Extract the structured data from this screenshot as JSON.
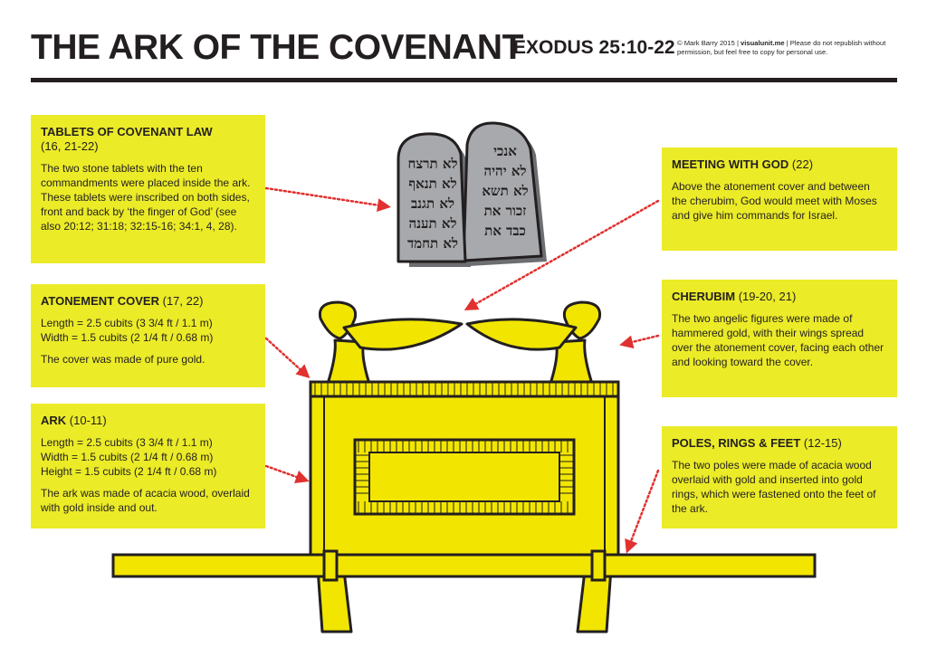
{
  "header": {
    "title": "THE ARK OF THE COVENANT",
    "reference": "EXODUS 25:10-22",
    "credit_prefix": "© Mark Barry 2015",
    "credit_site": "visualunit.me",
    "credit_note": "Please do not republish without permission, but feel free to copy for personal use."
  },
  "boxes": {
    "tablets": {
      "heading": "TABLETS OF COVENANT LAW",
      "ref": "(16, 21-22)",
      "body": "The two stone tablets with the ten commandments were placed inside the ark. These tablets were inscribed on both sides, front and back by ‘the finger of God’ (see also 20:12; 31:18; 32:15-16; 34:1, 4, 28)."
    },
    "atonement": {
      "heading": "ATONEMENT COVER",
      "ref": "(17, 22)",
      "length": "Length = 2.5 cubits  (3 3/4 ft / 1.1 m)",
      "width": "Width = 1.5 cubits (2 1/4 ft / 0.68 m)",
      "body": "The cover was made of pure gold."
    },
    "ark": {
      "heading": "ARK",
      "ref": "(10-11)",
      "length": "Length = 2.5 cubits  (3 3/4 ft / 1.1 m)",
      "width": "Width = 1.5 cubits (2 1/4 ft / 0.68 m)",
      "height": "Height = 1.5 cubits (2 1/4 ft / 0.68 m)",
      "body": "The ark was made of acacia wood, overlaid with gold inside and out."
    },
    "meeting": {
      "heading": "MEETING WITH GOD",
      "ref": "(22)",
      "body": "Above the atonement cover and between the cherubim, God would meet with Moses and give him commands for Israel."
    },
    "cherubim": {
      "heading": "CHERUBIM",
      "ref": "(19-20, 21)",
      "body": "The two angelic figures were made of hammered gold, with their wings spread over the atonement cover, facing each other and looking toward the cover."
    },
    "poles": {
      "heading": "POLES, RINGS & FEET",
      "ref": "(12-15)",
      "body": "The two poles were made of acacia wood overlaid with gold and inserted into gold rings, which were fastened onto the feet of the ark."
    }
  },
  "tablet_lines": {
    "left": [
      "לא תרצח",
      "לא תנאף",
      "לא תגנב",
      "לא תענה",
      "לא תחמד"
    ],
    "right": [
      "אנכי",
      "לא יהיה",
      "לא תשא",
      "זכור את",
      "כבד את"
    ]
  },
  "colors": {
    "panel": "#ebeb28",
    "gold": "#f2e600",
    "gold_dark": "#d8c800",
    "stone": "#a7a9ac",
    "stone_shadow": "#6d6e71",
    "arrow": "#e0312f",
    "ink": "#231f20"
  }
}
